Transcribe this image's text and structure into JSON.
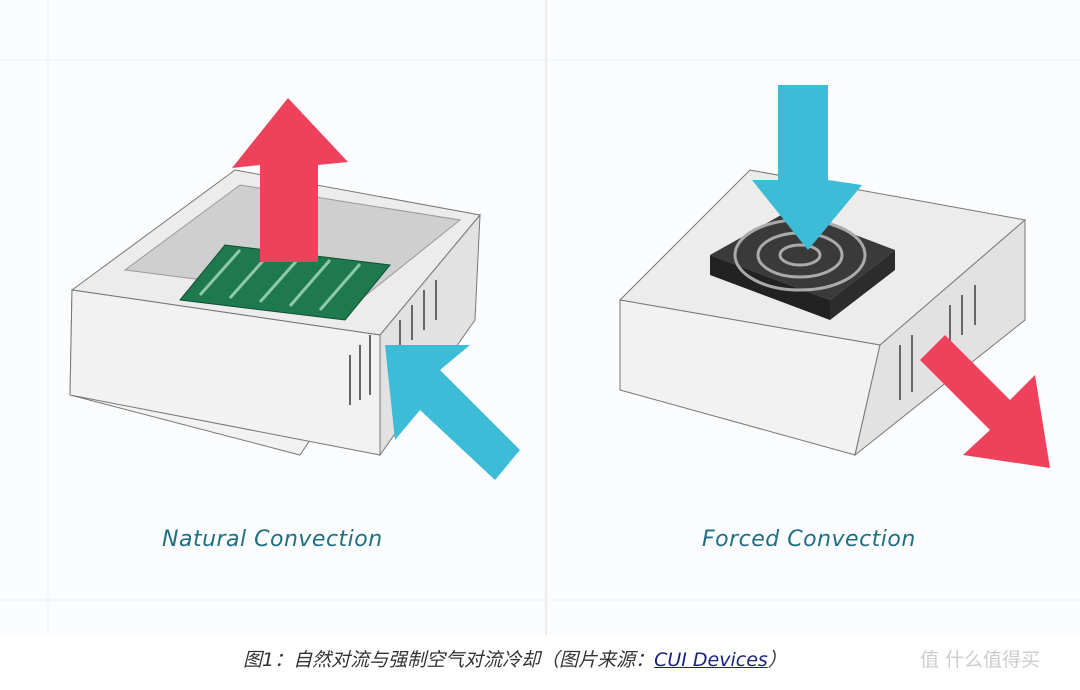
{
  "panels": [
    {
      "label": "Natural Convection"
    },
    {
      "label": "Forced Convection"
    }
  ],
  "caption": {
    "text": "图1：自然对流与强制空气对流冷却（图片来源：",
    "link": "CUI Devices",
    "end": "）"
  },
  "watermark": "值 什么值得买",
  "colors": {
    "hot_arrow": "#f0415c",
    "cold_arrow": "#3dbcd8",
    "label": "#1f6f82",
    "pcb": "#1e7a4e"
  }
}
